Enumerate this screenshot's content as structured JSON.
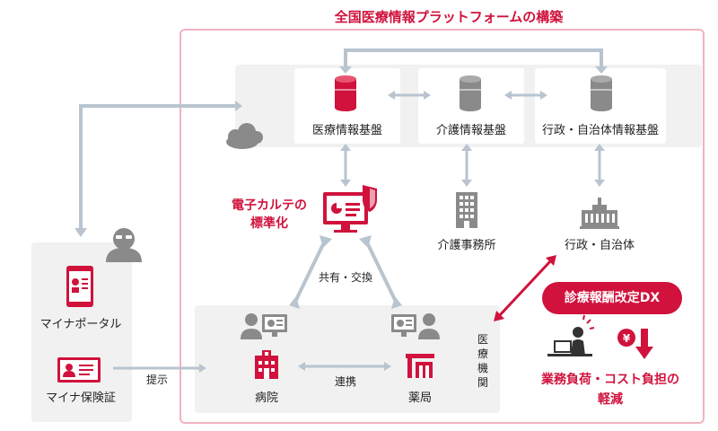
{
  "header": {
    "title": "全国医療情報プラットフォームの構築"
  },
  "platforms": {
    "medical": "医療情報基盤",
    "care": "介護情報基盤",
    "admin": "行政・自治体情報基盤"
  },
  "ehr": {
    "line1": "電子カルテの",
    "line2": "標準化"
  },
  "share_label": "共有・交換",
  "facilities": {
    "care_office": "介護事務所",
    "government": "行政・自治体"
  },
  "medical_institution": {
    "vertical_label": "医療機関",
    "hospital": "病院",
    "pharmacy": "薬局",
    "link_label": "連携"
  },
  "patient": {
    "portal": "マイナポータル",
    "insurance_card": "マイナ保険証",
    "present_label": "提示"
  },
  "dx": {
    "badge": "診療報酬改定DX",
    "effect_line1": "業務負荷・コスト負担の",
    "effect_line2": "軽減"
  },
  "colors": {
    "accent_red": "#d0123c",
    "frame_pink": "#f2b2c0",
    "arrow_blue_gray": "#b8c4cf",
    "icon_gray": "#8a8a8a",
    "panel_gray": "#f1f1f1"
  }
}
